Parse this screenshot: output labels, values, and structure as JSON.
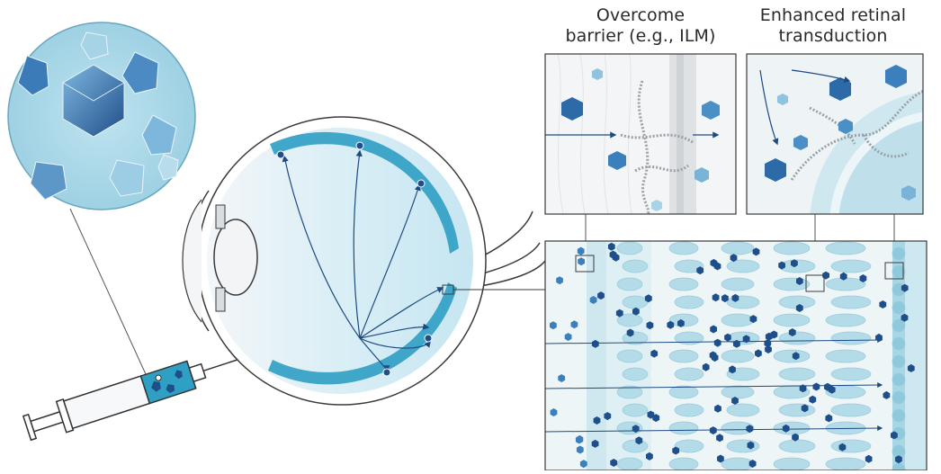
{
  "labels": {
    "overcome_line1": "Overcome",
    "overcome_line2": "barrier (e.g., ILM)",
    "enhanced_line1": "Enhanced retinal",
    "enhanced_line2": "transduction"
  },
  "colors": {
    "vitreous": "#cfe9f2",
    "retina_band": "#2f9fc4",
    "capsid_dark": "#1f4f8a",
    "capsid_light": "#5a9fd0",
    "arrow": "#1d4a80",
    "outline": "#3a3a3a",
    "panel_bg": "#e3f1f6",
    "cell": "#b4dce8"
  },
  "icons": [
    "aav-capsid-icon",
    "syringe-icon",
    "eye-icon",
    "arrow-icon"
  ]
}
